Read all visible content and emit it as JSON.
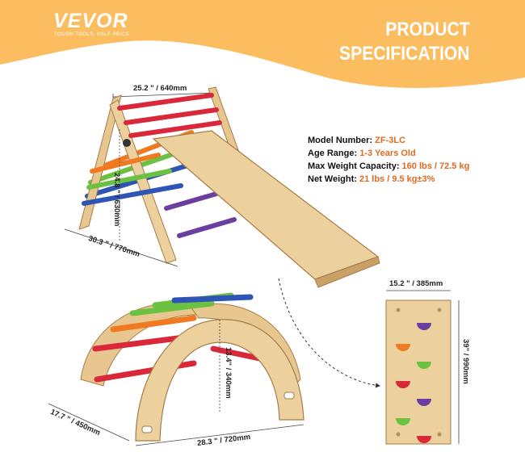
{
  "brand": {
    "name": "VEVOR",
    "tagline": "TOUGH TOOLS, HALF PRICE"
  },
  "header": {
    "line1": "PRODUCT",
    "line2": "SPECIFICATION"
  },
  "colors": {
    "banner": "#fbbd5f",
    "accent": "#e06a1f",
    "wood": "#e8c690",
    "red": "#d8283a",
    "orange": "#f07a22",
    "green": "#6cc142",
    "blue": "#2f55b4",
    "purple": "#6a3fa0"
  },
  "specs": [
    {
      "label": "Model Number: ",
      "value": "ZF-3LC"
    },
    {
      "label": "Age Range: ",
      "value": "1-3 Years Old"
    },
    {
      "label": "Max Weight Capacity: ",
      "value": "160 lbs / 72.5 kg"
    },
    {
      "label": "Net Weight: ",
      "value": "21 lbs / 9.5 kg±3%"
    }
  ],
  "dimensions": {
    "triangle_width": "25.2 \" / 640mm",
    "triangle_height": "24.8 \" / 630mm",
    "triangle_depth": "30.3 \" / 770mm",
    "ramp_width": "15.2 \" / 385mm",
    "ramp_length": "39\" / 990mm",
    "arch_height": "13.4\" / 340mm",
    "arch_depth": "17.7 \" / 450mm",
    "arch_length": "28.3 \" / 720mm"
  }
}
